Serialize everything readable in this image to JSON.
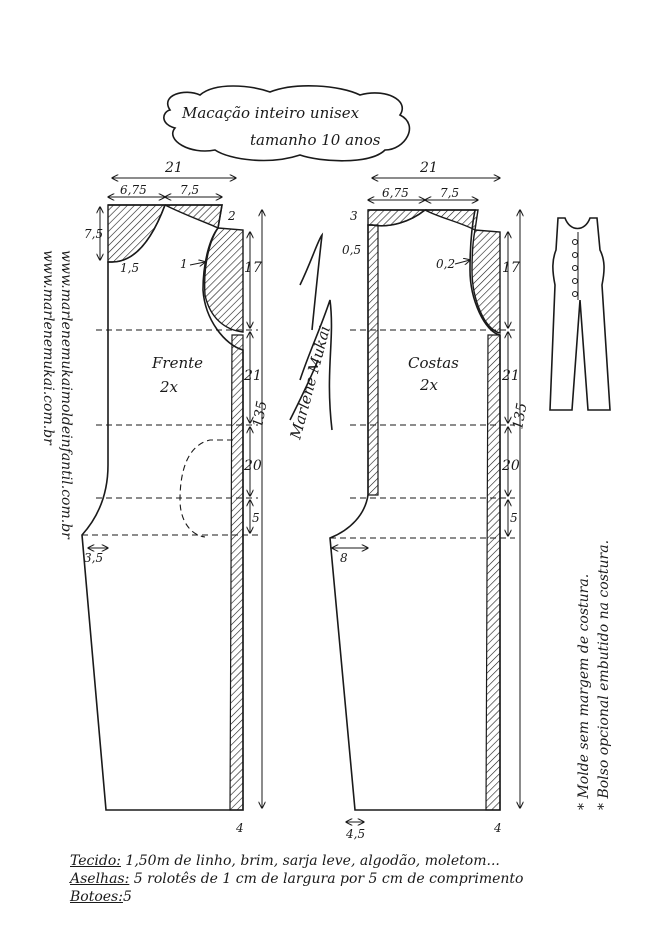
{
  "title": {
    "line1": "Macação inteiro unisex",
    "line2": "tamanho 10 anos"
  },
  "front": {
    "label": "Frente",
    "count": "2x",
    "dim_top": "21",
    "dim_neck": "6,75",
    "dim_shoulder": "7,5",
    "dim_shoulder_drop": "2",
    "dim_neck_depth": "7,5",
    "dim_neck_curve": "1,5",
    "dim_armhole": "1",
    "dim_len_a": "17",
    "dim_len_b": "21",
    "dim_len_c": "20",
    "dim_len_d": "5",
    "dim_total": "135",
    "dim_crotch": "3,5",
    "dim_hem": "4"
  },
  "back": {
    "label": "Costas",
    "count": "2x",
    "dim_top": "21",
    "dim_neck": "6,75",
    "dim_shoulder": "7,5",
    "dim_neck_depth": "3",
    "dim_neck_curve": "0,5",
    "dim_armhole": "0,2",
    "dim_len_a": "17",
    "dim_len_b": "21",
    "dim_len_c": "20",
    "dim_len_d": "5",
    "dim_total": "135",
    "dim_crotch": "8",
    "dim_hem_left": "4,5",
    "dim_hem_right": "4"
  },
  "website": {
    "line1": "www.marlenemukaimoldeinfantil.com.br",
    "line2": "www.marlenemukai.com.br"
  },
  "signature": "Marlene Mukai",
  "side_notes": {
    "line1": "* Molde sem margem de costura.",
    "line2": "* Bolso opcional embutido na costura."
  },
  "materials": {
    "fabric_key": "Tecido:",
    "fabric_val": " 1,50m de linho, brim, sarja leve, algodão, moletom...",
    "loops_key": "Aselhas:",
    "loops_val": " 5 rolotês de 1 cm de largura por 5 cm de comprimento",
    "buttons_key": "Botoes:",
    "buttons_val": "5"
  },
  "colors": {
    "ink": "#1a1a1a",
    "paper": "#ffffff"
  }
}
